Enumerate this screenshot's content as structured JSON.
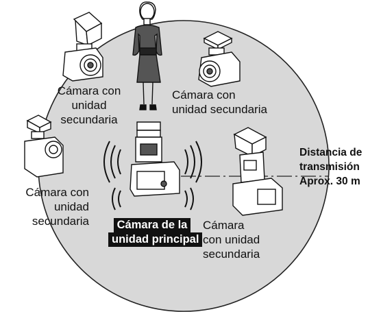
{
  "labels": {
    "secondary_top_left": [
      "Cámara con",
      "unidad",
      "secundaria"
    ],
    "secondary_top_right": [
      "Cámara con",
      "unidad secundaria"
    ],
    "secondary_left": [
      "Cámara con",
      "unidad",
      "secundaria"
    ],
    "secondary_bottom_right": [
      "Cámara",
      "con unidad",
      "secundaria"
    ],
    "principal": [
      "Cámara de la",
      "unidad principal"
    ],
    "distance": [
      "Distancia de",
      "transmisión",
      "Aprox. 30 m"
    ]
  },
  "colors": {
    "circle_fill": "#d8d8d8",
    "line": "#111111",
    "device_fill": "#ffffff",
    "label_bg": "#111111"
  }
}
